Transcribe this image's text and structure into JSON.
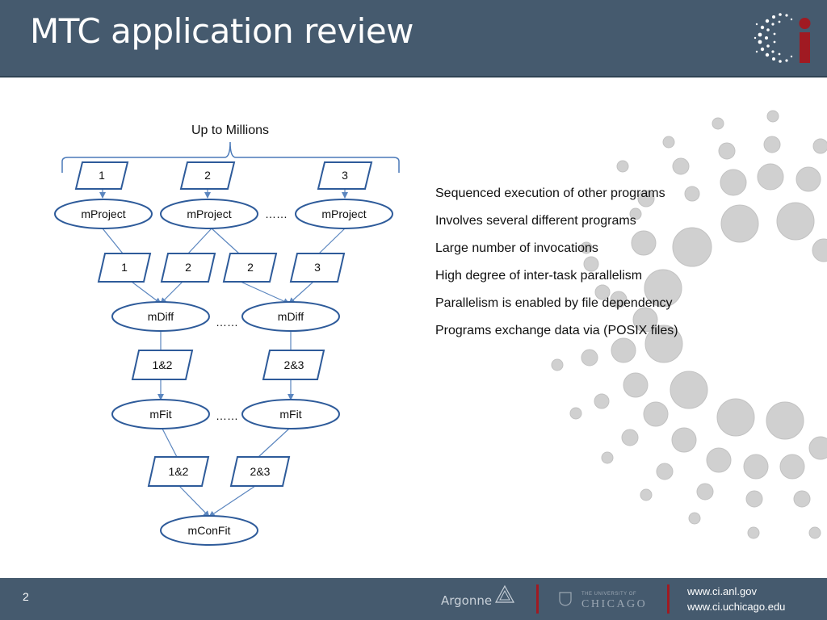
{
  "header": {
    "title": "MTC application review"
  },
  "diagram": {
    "top_label": "Up to Millions",
    "level1_files": [
      "1",
      "2",
      "3"
    ],
    "project_nodes": [
      "mProject",
      "mProject",
      "mProject"
    ],
    "project_ellipsis": "……",
    "level2_files": [
      "1",
      "2",
      "2",
      "3"
    ],
    "diff_nodes": [
      "mDiff",
      "mDiff"
    ],
    "diff_ellipsis": "……",
    "level3_files": [
      "1&2",
      "2&3"
    ],
    "fit_nodes": [
      "mFit",
      "mFit"
    ],
    "fit_ellipsis": "……",
    "level4_files": [
      "1&2",
      "2&3"
    ],
    "final_node": "mConFit",
    "colors": {
      "stroke": "#2e5b9a",
      "edge": "#5b86bf",
      "brace": "#4a79b8"
    }
  },
  "bullets": [
    "Sequenced execution of other programs",
    "Involves several different programs",
    "Large number of invocations",
    "High degree of inter-task parallelism",
    "Parallelism is enabled by file dependency",
    "Programs exchange data via (POSIX files)"
  ],
  "footer": {
    "page_number": "2",
    "argonne": "Argonne",
    "uchicago_small": "THE UNIVERSITY OF",
    "uchicago": "CHICAGO",
    "url1": "www.ci.anl.gov",
    "url2": "www.ci.uchicago.edu"
  },
  "colors": {
    "bar": "#455a6e",
    "accent": "#a01a22",
    "dots": "#cfcfcf"
  }
}
